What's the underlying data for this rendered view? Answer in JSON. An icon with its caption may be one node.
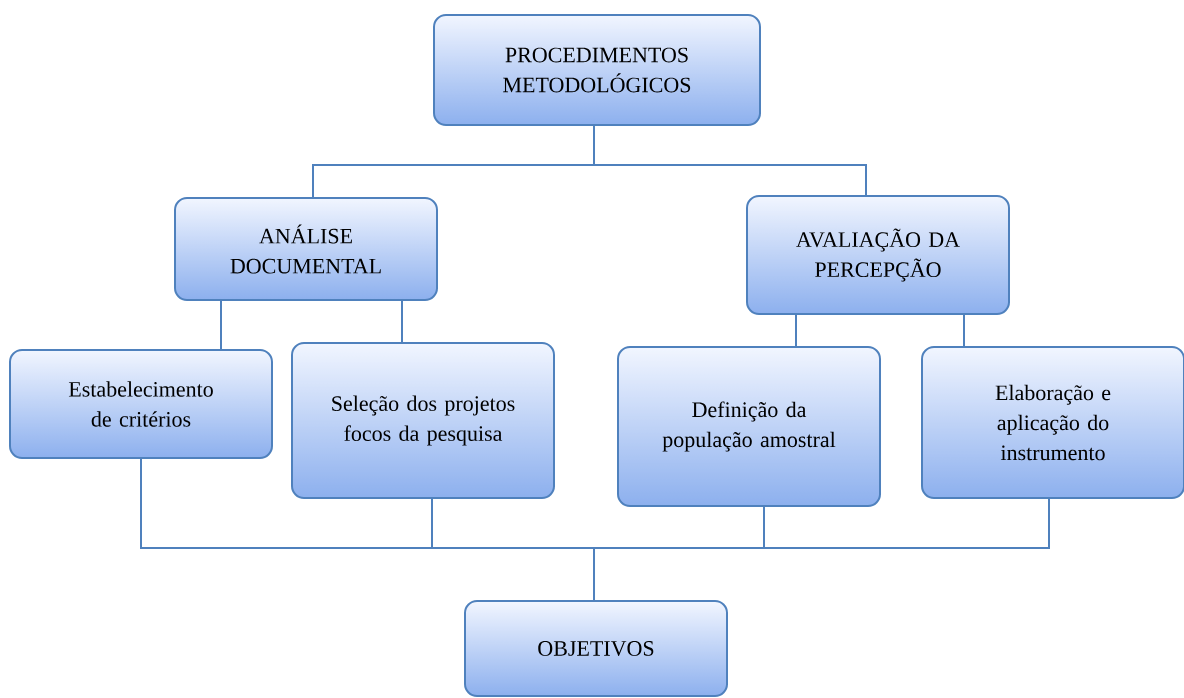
{
  "diagram": {
    "nodes": [
      {
        "text": [
          "PROCEDIMENTOS METODOLÓGICOS"
        ]
      },
      {
        "text": [
          "ANÁLISE DOCUMENTAL"
        ]
      },
      {
        "text": [
          "AVALIAÇÃO DA PERCEPÇÃO"
        ]
      },
      {
        "text": [
          "Estabelecimento de critérios"
        ]
      },
      {
        "text": [
          "Seleção dos projetos focos da pesquisa"
        ]
      },
      {
        "text": [
          "Definição da população amostral"
        ]
      },
      {
        "text": [
          "Elaboração e aplicação do instrumento"
        ]
      },
      {
        "text": [
          "OBJETIVOS"
        ]
      }
    ],
    "edges": [
      {
        "from": 0,
        "to": 1,
        "arrow": "none"
      },
      {
        "from": 0,
        "to": 2,
        "arrow": "none"
      },
      {
        "from": 1,
        "to": 3,
        "arrow": "none"
      },
      {
        "from": 1,
        "to": 4,
        "arrow": "none"
      },
      {
        "from": 2,
        "to": 5,
        "arrow": "none"
      },
      {
        "from": 2,
        "to": 6,
        "arrow": "none"
      },
      {
        "from": 3,
        "to": 7,
        "arrow": "none"
      },
      {
        "from": 4,
        "to": 7,
        "arrow": "none"
      },
      {
        "from": 5,
        "to": 7,
        "arrow": "none"
      },
      {
        "from": 6,
        "to": 7,
        "arrow": "none"
      }
    ]
  }
}
